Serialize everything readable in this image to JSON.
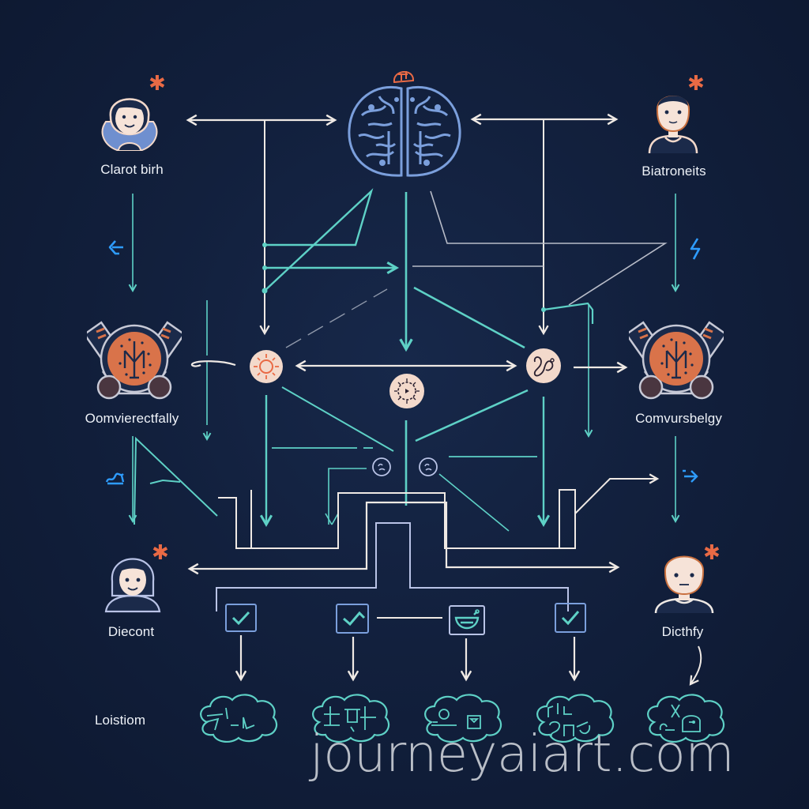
{
  "diagram": {
    "type": "flow-network",
    "colors": {
      "background": "#12203d",
      "connector_teal": "#5ed1c6",
      "connector_cream": "#efe9e4",
      "connector_lavender": "#b9c3e6",
      "brain_blue": "#7b9fdc",
      "accent_orange": "#e96a45",
      "node_fill_peach": "#f3d9cb",
      "bright_blue_glyph": "#2e9cff"
    },
    "center_node": {
      "name": "brain",
      "icon": "brain-icon"
    },
    "persons": [
      {
        "id": "top-left",
        "label": "Clarot birh",
        "icon": "woman-avatar-icon",
        "badge": "star-icon"
      },
      {
        "id": "top-right",
        "label": "Biatroneits",
        "icon": "man-avatar-icon",
        "badge": "star-icon"
      },
      {
        "id": "bottom-left",
        "label": "Diecont",
        "icon": "woman-avatar-icon",
        "badge": "star-icon"
      },
      {
        "id": "bottom-right",
        "label": "Dicthfy",
        "icon": "man-avatar-icon",
        "badge": "star-icon"
      }
    ],
    "emblems": [
      {
        "id": "left",
        "label": "Oomvierectfally",
        "icon": "emblem-icon"
      },
      {
        "id": "right",
        "label": "Comvursbelgy",
        "icon": "emblem-icon"
      }
    ],
    "hub_nodes": [
      {
        "id": "sun",
        "icon": "sun-icon"
      },
      {
        "id": "center",
        "icon": "virus-icon"
      },
      {
        "id": "knot",
        "icon": "knot-icon"
      },
      {
        "id": "small-left",
        "icon": "face-circle-icon"
      },
      {
        "id": "small-right",
        "icon": "face-circle-icon"
      }
    ],
    "checkboxes": [
      {
        "id": "cb1",
        "icon": "checkmark-icon"
      },
      {
        "id": "cb2",
        "icon": "checkmark-icon"
      },
      {
        "id": "cb3",
        "icon": "bowl-icon"
      },
      {
        "id": "cb4",
        "icon": "checkmark-icon"
      }
    ],
    "bottom_row": {
      "label": "Loistiom",
      "brains": [
        "brain-outline-icon",
        "brain-outline-icon",
        "brain-outline-icon",
        "brain-outline-icon",
        "brain-outline-icon"
      ]
    },
    "side_glyphs": [
      "back-arrow-icon",
      "lightning-icon",
      "wave-icon",
      "arrow-right-icon"
    ]
  },
  "watermark": "journeyaiart.com"
}
